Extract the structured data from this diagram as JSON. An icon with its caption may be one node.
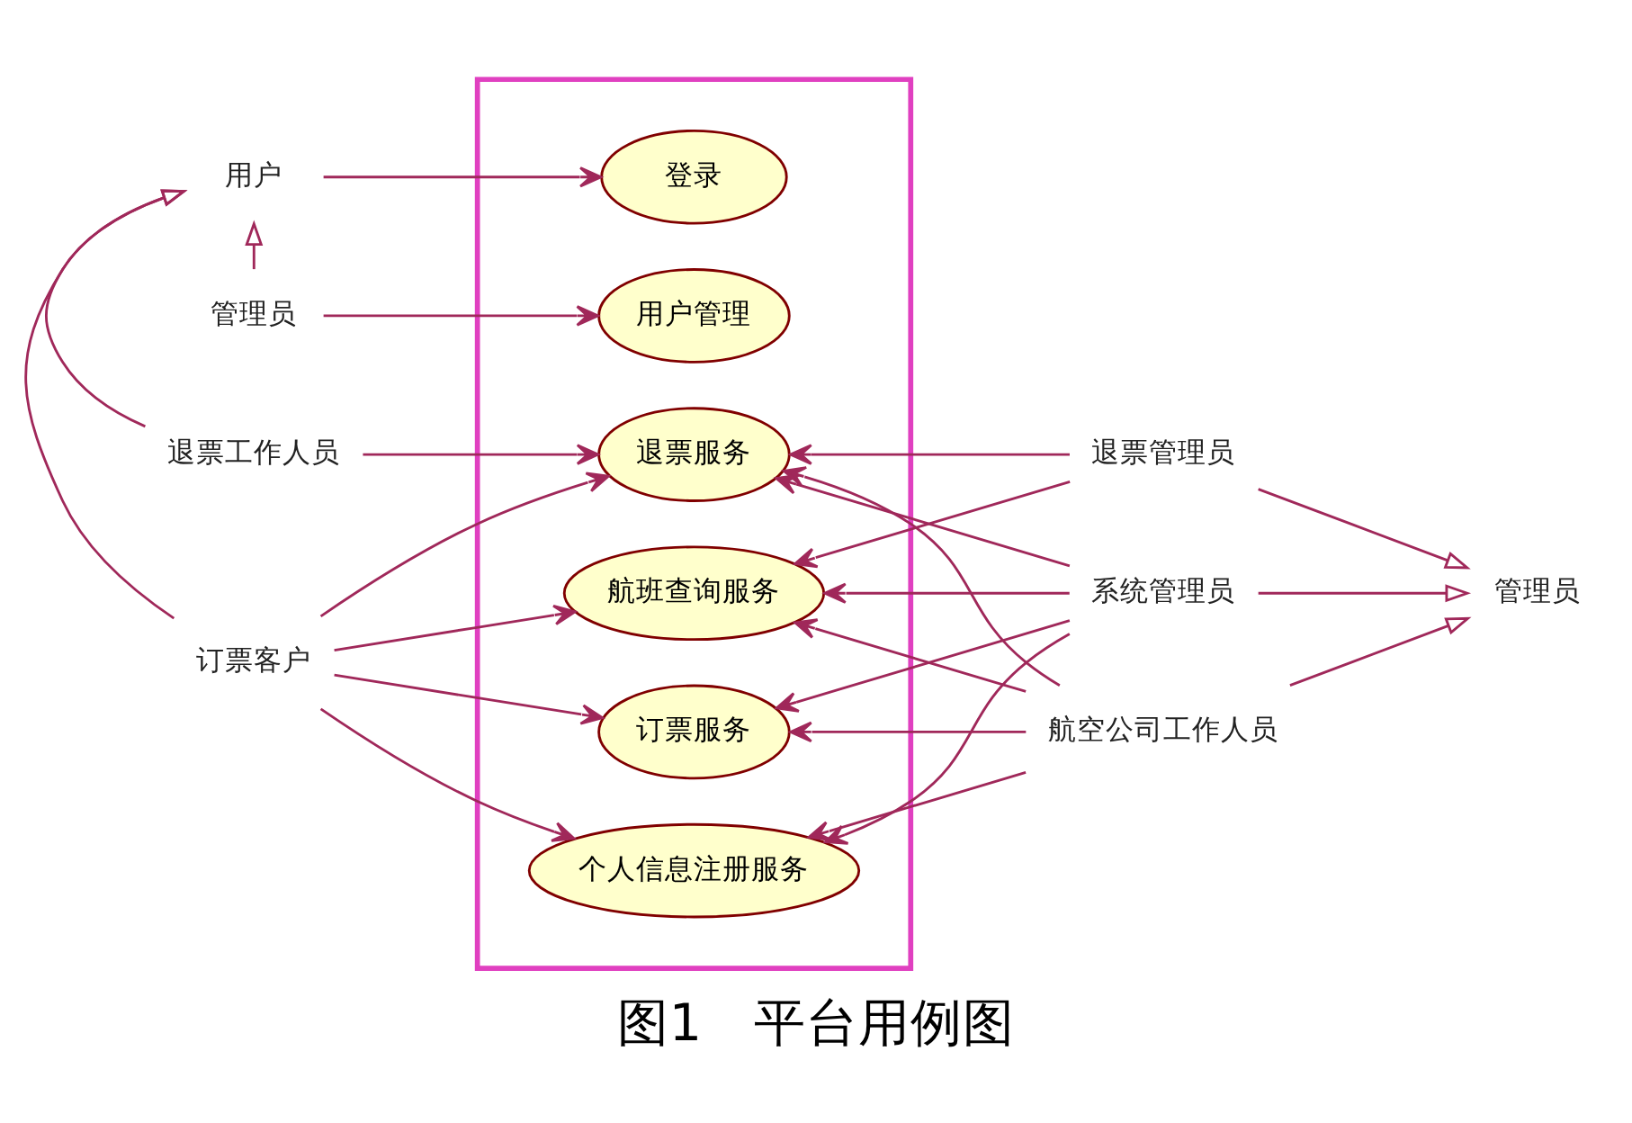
{
  "diagram": {
    "caption": "图1　平台用例图",
    "nodes": [
      {
        "text": [],
        "shape": "box"
      },
      {
        "text": [
          "用户"
        ]
      },
      {
        "text": [
          "登录"
        ],
        "in": 0
      },
      {
        "text": [
          "管理员"
        ]
      },
      {
        "text": [
          "用户管理"
        ],
        "in": 0
      },
      {
        "text": [
          "退票管理员"
        ]
      },
      {
        "text": [
          "管理员"
        ]
      },
      {
        "text": [
          "退票工作人员"
        ]
      },
      {
        "text": [
          "退票服务"
        ],
        "in": 0
      },
      {
        "text": [
          "订票客户"
        ]
      },
      {
        "text": [
          "航班查询服务"
        ],
        "in": 0
      },
      {
        "text": [
          "系统管理员"
        ]
      },
      {
        "text": [
          "订票服务"
        ],
        "in": 0
      },
      {
        "text": [
          "个人信息注册服务"
        ],
        "in": 0
      },
      {
        "text": [
          "航空公司工作人员"
        ]
      }
    ],
    "edges": [
      {
        "from": 1,
        "to": 2,
        "arrow": "to"
      },
      {
        "from": 3,
        "to": 1,
        "arrow": "to"
      },
      {
        "from": 3,
        "to": 4,
        "arrow": "to"
      },
      {
        "from": 7,
        "to": 1,
        "arrow": "to"
      },
      {
        "from": 7,
        "to": 8,
        "arrow": "to"
      },
      {
        "from": 9,
        "to": 1,
        "arrow": "to"
      },
      {
        "from": 9,
        "to": 8,
        "arrow": "to"
      },
      {
        "from": 9,
        "to": 10,
        "arrow": "to"
      },
      {
        "from": 9,
        "to": 12,
        "arrow": "to"
      },
      {
        "from": 9,
        "to": 13,
        "arrow": "to"
      },
      {
        "from": 5,
        "to": 6,
        "arrow": "to"
      },
      {
        "from": 5,
        "to": 8,
        "arrow": "to"
      },
      {
        "from": 5,
        "to": 10,
        "arrow": "to"
      },
      {
        "from": 11,
        "to": 6,
        "arrow": "to"
      },
      {
        "from": 11,
        "to": 8,
        "arrow": "to"
      },
      {
        "from": 11,
        "to": 10,
        "arrow": "to"
      },
      {
        "from": 11,
        "to": 12,
        "arrow": "to"
      },
      {
        "from": 11,
        "to": 13,
        "arrow": "to"
      },
      {
        "from": 14,
        "to": 6,
        "arrow": "to"
      },
      {
        "from": 14,
        "to": 8,
        "arrow": "to"
      },
      {
        "from": 14,
        "to": 10,
        "arrow": "to"
      },
      {
        "from": 14,
        "to": 12,
        "arrow": "to"
      },
      {
        "from": 14,
        "to": 13,
        "arrow": "to"
      }
    ]
  }
}
